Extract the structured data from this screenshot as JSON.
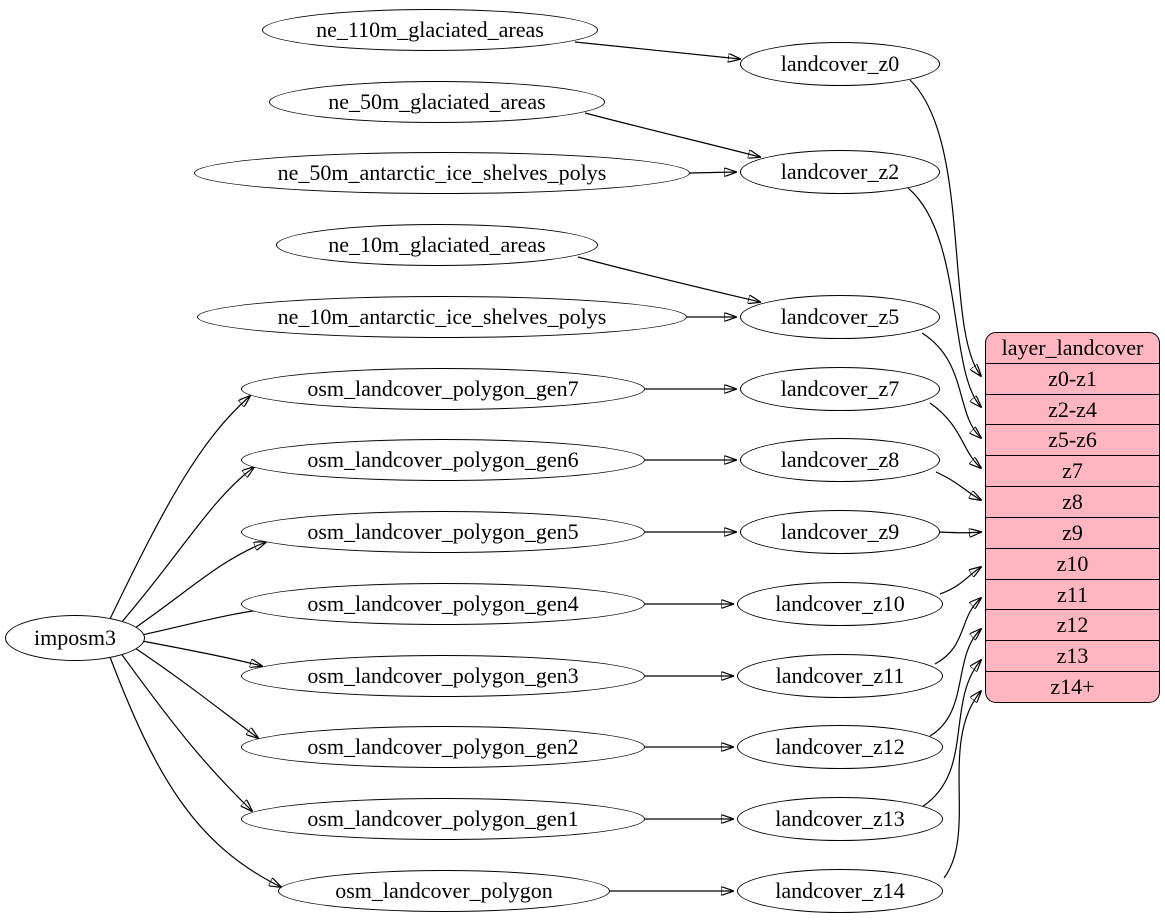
{
  "diagram": {
    "root": "imposm3",
    "sources": [
      "ne_110m_glaciated_areas",
      "ne_50m_glaciated_areas",
      "ne_50m_antarctic_ice_shelves_polys",
      "ne_10m_glaciated_areas",
      "ne_10m_antarctic_ice_shelves_polys",
      "osm_landcover_polygon_gen7",
      "osm_landcover_polygon_gen6",
      "osm_landcover_polygon_gen5",
      "osm_landcover_polygon_gen4",
      "osm_landcover_polygon_gen3",
      "osm_landcover_polygon_gen2",
      "osm_landcover_polygon_gen1",
      "osm_landcover_polygon"
    ],
    "intermediates": [
      "landcover_z0",
      "landcover_z2",
      "landcover_z5",
      "landcover_z7",
      "landcover_z8",
      "landcover_z9",
      "landcover_z10",
      "landcover_z11",
      "landcover_z12",
      "landcover_z13",
      "landcover_z14"
    ],
    "table": {
      "header": "layer_landcover",
      "rows": [
        "z0-z1",
        "z2-z4",
        "z5-z6",
        "z7",
        "z8",
        "z9",
        "z10",
        "z11",
        "z12",
        "z13",
        "z14+"
      ]
    },
    "colors": {
      "record_fill": "#ffb6c1",
      "node_fill": "#ffffff",
      "stroke": "#000000"
    }
  }
}
